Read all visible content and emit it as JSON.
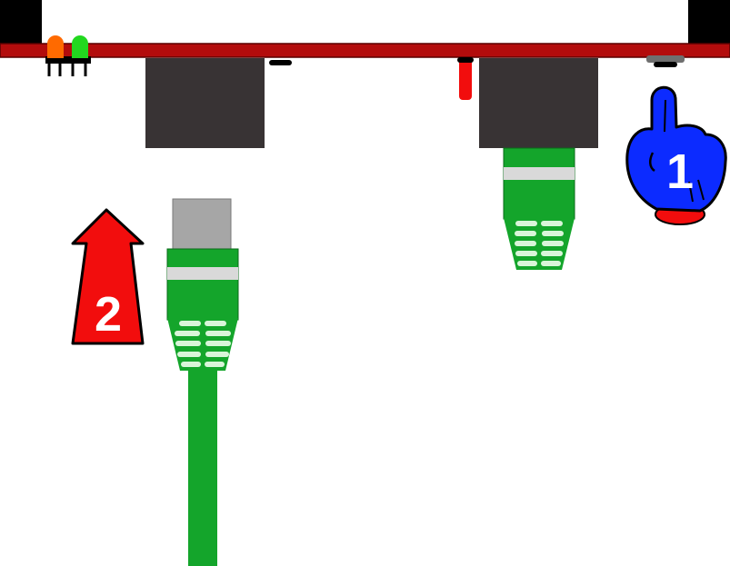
{
  "steps": [
    {
      "number": "1",
      "icon": "pointing-hand-icon"
    },
    {
      "number": "2",
      "icon": "up-arrow-icon"
    }
  ],
  "colors": {
    "board": "#b30c0c",
    "jack": "#383334",
    "cable": "#14a52b",
    "cable_stripe": "#d9d9d9",
    "plug_tip": "#a6a6a6",
    "hand": "#0c2bff",
    "arrow": "#f20d0d",
    "led_orange": "#ff6a00",
    "led_green": "#22d81f"
  },
  "leds": [
    "orange",
    "green"
  ]
}
